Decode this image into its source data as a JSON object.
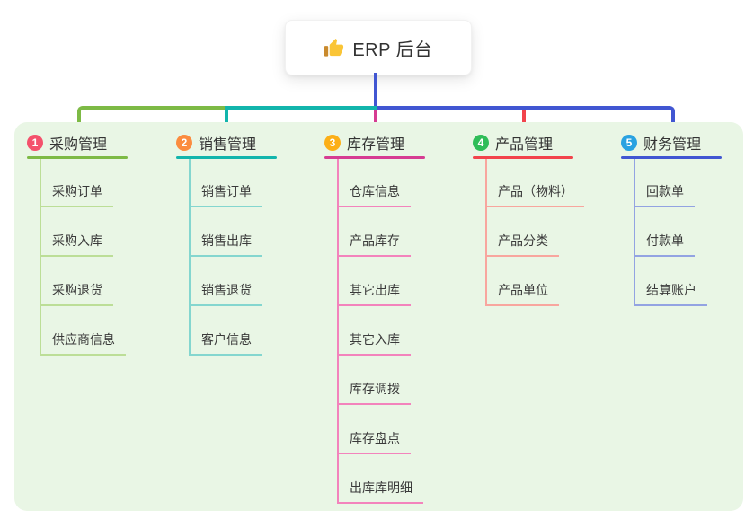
{
  "root": {
    "title": "ERP 后台",
    "icon": "thumbs-up"
  },
  "panel": {
    "background": "#E9F6E5"
  },
  "branches": [
    {
      "badge": "1",
      "title": "采购管理",
      "badge_color": "#F4516C",
      "line_color": "#7DBA45",
      "child_line_color": "#BCDE97",
      "children": [
        "采购订单",
        "采购入库",
        "采购退货",
        "供应商信息"
      ]
    },
    {
      "badge": "2",
      "title": "销售管理",
      "badge_color": "#FB8C3F",
      "line_color": "#12B5AC",
      "child_line_color": "#84D6CF",
      "children": [
        "销售订单",
        "销售出库",
        "销售退货",
        "客户信息"
      ]
    },
    {
      "badge": "3",
      "title": "库存管理",
      "badge_color": "#FCAF17",
      "line_color": "#D63C92",
      "child_line_color": "#F383BC",
      "children": [
        "仓库信息",
        "产品库存",
        "其它出库",
        "其它入库",
        "库存调拨",
        "库存盘点",
        "出库库明细"
      ]
    },
    {
      "badge": "4",
      "title": "产品管理",
      "badge_color": "#2FBD58",
      "line_color": "#F2444C",
      "child_line_color": "#F8A69E",
      "children": [
        "产品（物料）",
        "产品分类",
        "产品单位"
      ]
    },
    {
      "badge": "5",
      "title": "财务管理",
      "badge_color": "#29A2E1",
      "line_color": "#4156D2",
      "child_line_color": "#93A3E2",
      "children": [
        "回款单",
        "付款单",
        "结算账户"
      ]
    }
  ]
}
